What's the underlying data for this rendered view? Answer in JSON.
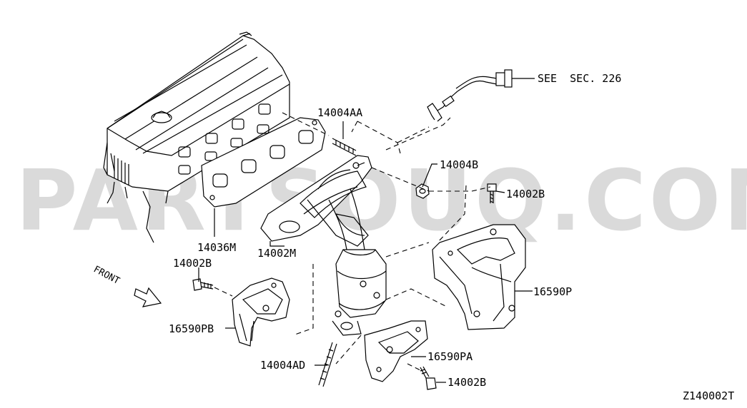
{
  "diagram_code": "Z140002T",
  "watermark": "PARTSOUQ.COM",
  "front_label": "FRONT",
  "callouts": [
    {
      "id": "see-sec-226",
      "text": "SEE  SEC. 226"
    },
    {
      "id": "p14004AA",
      "text": "14004AA"
    },
    {
      "id": "p14004B",
      "text": "14004B"
    },
    {
      "id": "p14002B-top",
      "text": "14002B"
    },
    {
      "id": "p14036M",
      "text": "14036M"
    },
    {
      "id": "p14002M",
      "text": "14002M"
    },
    {
      "id": "p14002B-left",
      "text": "14002B"
    },
    {
      "id": "p16590P",
      "text": "16590P"
    },
    {
      "id": "p16590PB",
      "text": "16590PB"
    },
    {
      "id": "p16590PA",
      "text": "16590PA"
    },
    {
      "id": "p14004AD",
      "text": "14004AD"
    },
    {
      "id": "p14002B-bottom",
      "text": "14002B"
    }
  ]
}
